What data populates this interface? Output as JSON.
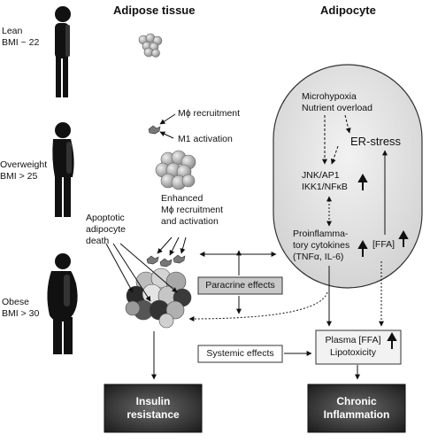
{
  "headers": {
    "adipose_tissue": "Adipose tissue",
    "adipocyte": "Adipocyte"
  },
  "stages": [
    {
      "line1": "Lean",
      "line2": "BMI ~ 22"
    },
    {
      "line1": "Overweight",
      "line2": "BMI > 25"
    },
    {
      "line1": "Obese",
      "line2": "BMI > 30"
    }
  ],
  "tissue_labels": {
    "mphi_recruitment": "Mϕ recruitment",
    "m1_activation": "M1 activation",
    "enhanced_1": "Enhanced",
    "enhanced_2": "Mϕ recruitment",
    "enhanced_3": "and activation",
    "apoptotic_1": "Apoptotic",
    "apoptotic_2": "adipocyte",
    "apoptotic_3": "death"
  },
  "cell_labels": {
    "microhypoxia": "Microhypoxia",
    "nutrient_overload": "Nutrient overload",
    "er_stress": "ER-stress",
    "jnk": "JNK/AP1",
    "ikk": "IKK1/NFκB",
    "proinflam_1": "Proinflamma-",
    "proinflam_2": "tory cytokines",
    "proinflam_3": "(TNFα, IL-6)",
    "ffa": "[FFA]"
  },
  "boxes": {
    "paracrine": "Paracrine effects",
    "systemic": "Systemic effects",
    "plasma_1": "Plasma [FFA]",
    "plasma_2": "Lipotoxicity"
  },
  "outcomes": {
    "insulin_1": "Insulin",
    "insulin_2": "resistance",
    "chronic_1": "Chronic",
    "chronic_2": "Inflammation"
  }
}
